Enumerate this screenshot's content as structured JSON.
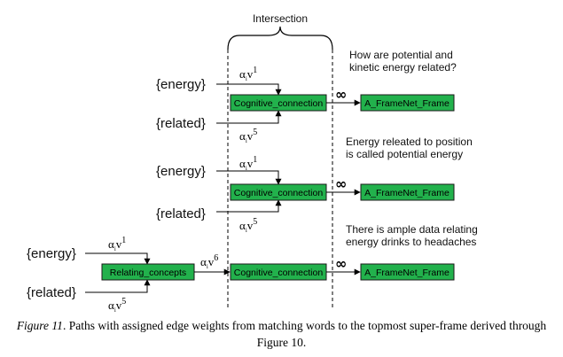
{
  "header": {
    "intersection_label": "Intersection"
  },
  "inputs": {
    "energy": "{energy}",
    "related": "{related}"
  },
  "weights": {
    "alpha": "α",
    "sub": "i",
    "v": "v",
    "e1": "1",
    "e5": "5",
    "e6": "6"
  },
  "boxes": {
    "cognitive": "Cognitive_connection",
    "relating": "Relating_concepts",
    "frame": "A_FrameNet_Frame"
  },
  "infinity": "∞",
  "questions": [
    {
      "line1": "How are potential and",
      "line2": "kinetic energy related?"
    },
    {
      "line1": "Energy releated to position",
      "line2": "is called potential energy"
    },
    {
      "line1": "There is ample data relating",
      "line2": "energy drinks to headaches"
    }
  ],
  "caption": {
    "figure_label": "Figure 11",
    "text": ". Paths with assigned edge weights from matching words to the topmost super-frame derived through Figure 10."
  }
}
